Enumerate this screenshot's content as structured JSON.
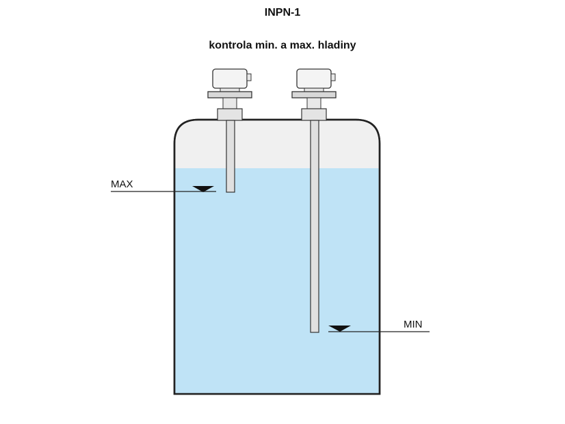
{
  "title": "INPN-1",
  "subtitle": "kontrola min. a max. hladiny",
  "labels": {
    "max": "MAX",
    "min": "MIN"
  },
  "colors": {
    "liquid": "#bfe3f6",
    "tank_top": "#f0f0f0",
    "outline": "#222222",
    "sensor_body": "#f4f4f4",
    "flange": "#d8d8d8",
    "rod": "#e0e0e0"
  },
  "icons": {
    "max_marker": "level-triangle-icon",
    "min_marker": "level-triangle-icon"
  }
}
